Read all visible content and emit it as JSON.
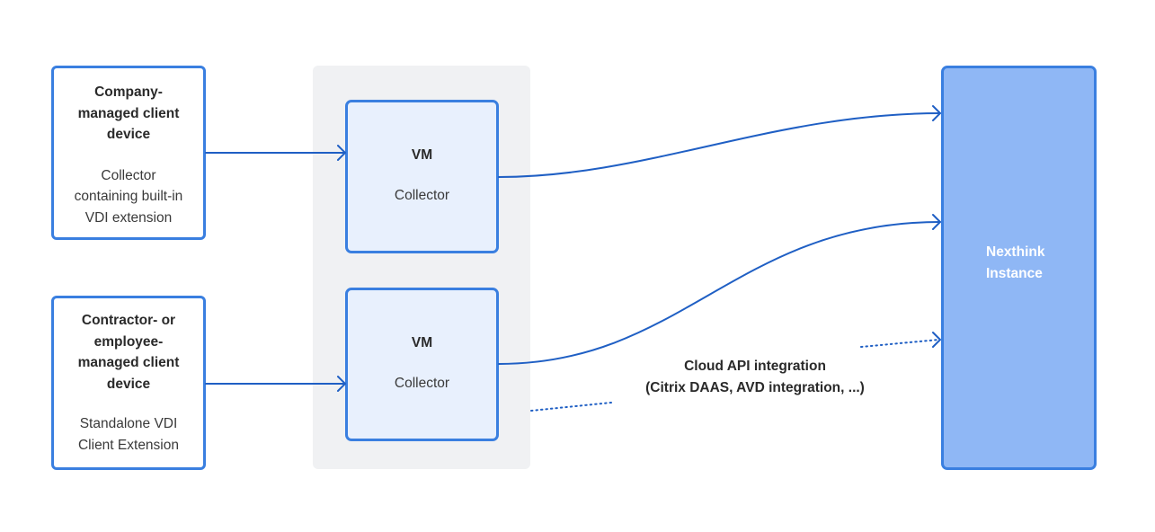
{
  "diagram": {
    "client_devices": [
      {
        "id": "company-managed",
        "title_lines": [
          "Company-",
          "managed client",
          "device"
        ],
        "subtitle_lines": [
          "Collector",
          "containing built-in",
          "VDI extension"
        ]
      },
      {
        "id": "contractor-managed",
        "title_lines": [
          "Contractor- or",
          "employee-",
          "managed client",
          "device"
        ],
        "subtitle_lines": [
          "Standalone VDI",
          "Client Extension"
        ]
      }
    ],
    "vms": [
      {
        "title": "VM",
        "subtitle": "Collector"
      },
      {
        "title": "VM",
        "subtitle": "Collector"
      }
    ],
    "nexthink": {
      "title_lines": [
        "Nexthink",
        "Instance"
      ]
    },
    "cloud_api": {
      "lines": [
        "Cloud API integration",
        "(Citrix DAAS, AVD integration, ...)"
      ]
    },
    "edges": [
      {
        "from": "company-managed",
        "to": "vm-1",
        "style": "solid"
      },
      {
        "from": "contractor-managed",
        "to": "vm-2",
        "style": "solid"
      },
      {
        "from": "vm-1",
        "to": "nexthink",
        "style": "solid"
      },
      {
        "from": "vm-2",
        "to": "nexthink",
        "style": "solid"
      },
      {
        "from": "gray-panel",
        "to": "nexthink",
        "style": "dotted",
        "label": "cloud_api"
      }
    ],
    "colors": {
      "box_border": "#3a7fe0",
      "vm_fill": "#e8f0fd",
      "nexthink_fill": "#8fb7f5",
      "panel_fill": "#f0f1f3",
      "edge": "#1f5fc4"
    }
  }
}
